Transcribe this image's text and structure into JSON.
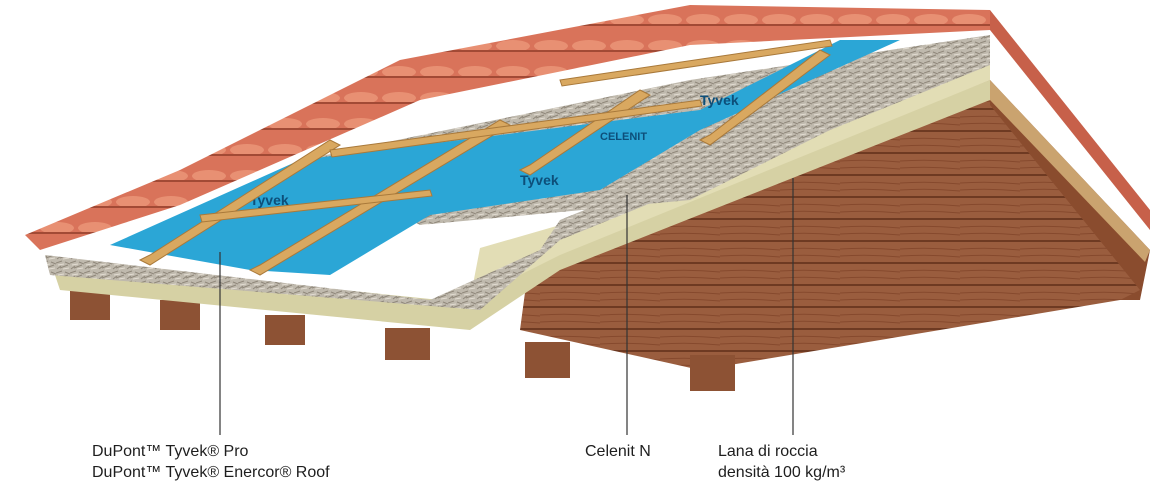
{
  "labels": {
    "tyvek_line1": "DuPont™ Tyvek® Pro",
    "tyvek_line2": "DuPont™ Tyvek® Enercor® Roof",
    "celenit": "Celenit N",
    "lana_line1": "Lana di roccia",
    "lana_line2": "densità 100 kg/m³"
  },
  "membrane_brand": "Tyvek",
  "board_brand": "CELENIT",
  "colors": {
    "tile": "#d9735a",
    "tile_shadow": "#b3533d",
    "membrane": "#2ba6d6",
    "batten": "#d9a860",
    "wood_board": "#9a5d3e",
    "wood_dark": "#6e3a22",
    "rockwool": "#d8d3a8",
    "woodfiber": "#b9b3a8",
    "leader_line": "#333333"
  }
}
